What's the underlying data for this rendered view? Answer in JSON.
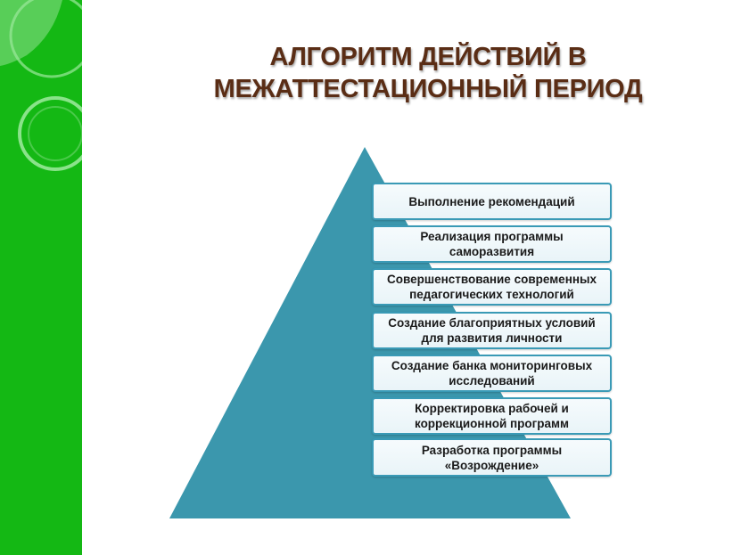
{
  "colors": {
    "side_band": "#14b814",
    "title": "#5a2d15",
    "pyramid": "#3b97ad",
    "step_border": "#3a9ab6"
  },
  "slide": {
    "title_line1": "АЛГОРИТМ ДЕЙСТВИЙ В",
    "title_line2": "МЕЖАТТЕСТАЦИОННЫЙ ПЕРИОД"
  },
  "pyramid": {
    "steps": [
      "Выполнение рекомендаций",
      "Реализация программы\nсаморазвития",
      "Совершенствование современных\nпедагогических технологий",
      "Создание благоприятных условий\nдля развития личности",
      "Создание банка мониторинговых\nисследований",
      "Корректировка рабочей и\nкоррекционной программ",
      "Разработка программы\n«Возрождение»"
    ]
  }
}
